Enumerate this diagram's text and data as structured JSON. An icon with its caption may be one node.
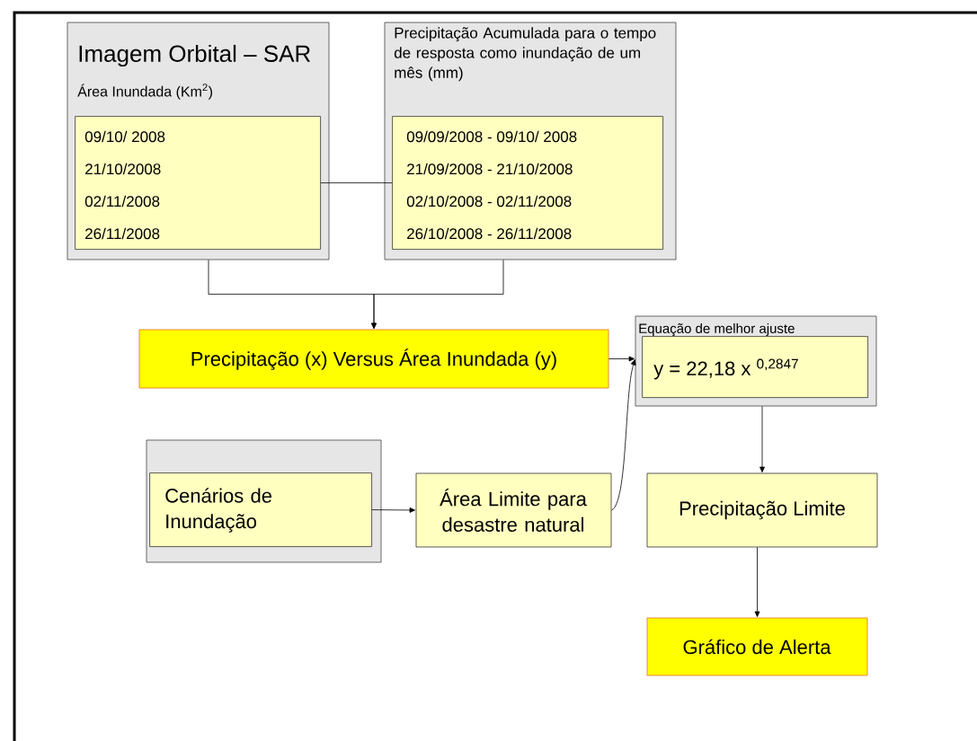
{
  "diagram": {
    "nodes": [
      {
        "text": [
          "Imagem Orbital – SAR",
          "Área Inundada (Km$^{2}$)"
        ]
      },
      {
        "text": [
          "09/10/ 2008",
          "21/10/2008",
          "02/11/2008",
          "26/11/2008"
        ],
        "in": 0
      },
      {
        "text": [
          "Precipitação Acumulada para o tempo de resposta como inundação de um mês (mm)"
        ]
      },
      {
        "text": [
          "09/09/2008 - 09/10/ 2008",
          "21/09/2008 - 21/10/2008",
          "02/10/2008 - 02/11/2008",
          "26/10/2008 - 26/11/2008"
        ],
        "in": 2
      },
      {
        "text": [
          "Precipitação (x)  Versus Área Inundada (y)"
        ]
      },
      {
        "text": [
          "Equação de melhor ajuste"
        ]
      },
      {
        "text": [
          "y = 22,18 x $^{0,2847}$"
        ],
        "in": 5
      },
      {
        "text": [],
        "shape": "box"
      },
      {
        "text": [
          "Cenários de Inundação"
        ],
        "in": 7
      },
      {
        "text": [
          "Área Limite para desastre natural"
        ]
      },
      {
        "text": [
          "Precipitação Limite"
        ]
      },
      {
        "text": [
          "Gráfico de Alerta"
        ]
      }
    ],
    "edges": [
      {
        "from": 1,
        "to": 3,
        "arrow": "none"
      },
      {
        "from": 0,
        "to": 4,
        "arrow": "to"
      },
      {
        "from": 2,
        "to": 4,
        "arrow": "to"
      },
      {
        "from": 4,
        "to": 5,
        "arrow": "to"
      },
      {
        "from": 8,
        "to": 9,
        "arrow": "to"
      },
      {
        "from": 9,
        "to": 5,
        "arrow": "to"
      },
      {
        "from": 5,
        "to": 10,
        "arrow": "to"
      },
      {
        "from": 10,
        "to": 11,
        "arrow": "to"
      }
    ]
  }
}
